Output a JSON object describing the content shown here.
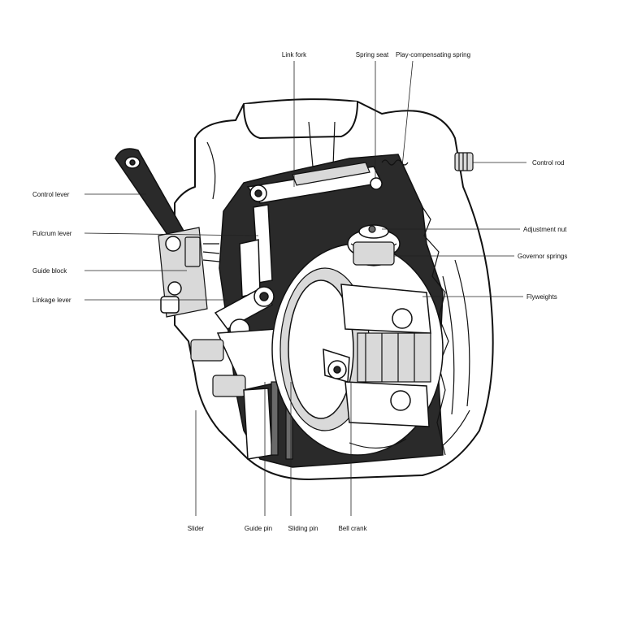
{
  "labels": {
    "link_fork": "Link fork",
    "spring_seat": "Spring seat",
    "play_compensating_spring": "Play-compensating spring",
    "control_rod": "Control rod",
    "control_lever": "Control lever",
    "fulcrum_lever": "Fulcrum lever",
    "adjustment_nut": "Adjustment nut",
    "guide_block": "Guide block",
    "governor_springs": "Governor springs",
    "linkage_lever": "Linkage lever",
    "flyweights": "Flyweights",
    "slider": "Slider",
    "guide_pin": "Guide pin",
    "sliding_pin": "Sliding pin",
    "bell_crank": "Bell crank"
  }
}
